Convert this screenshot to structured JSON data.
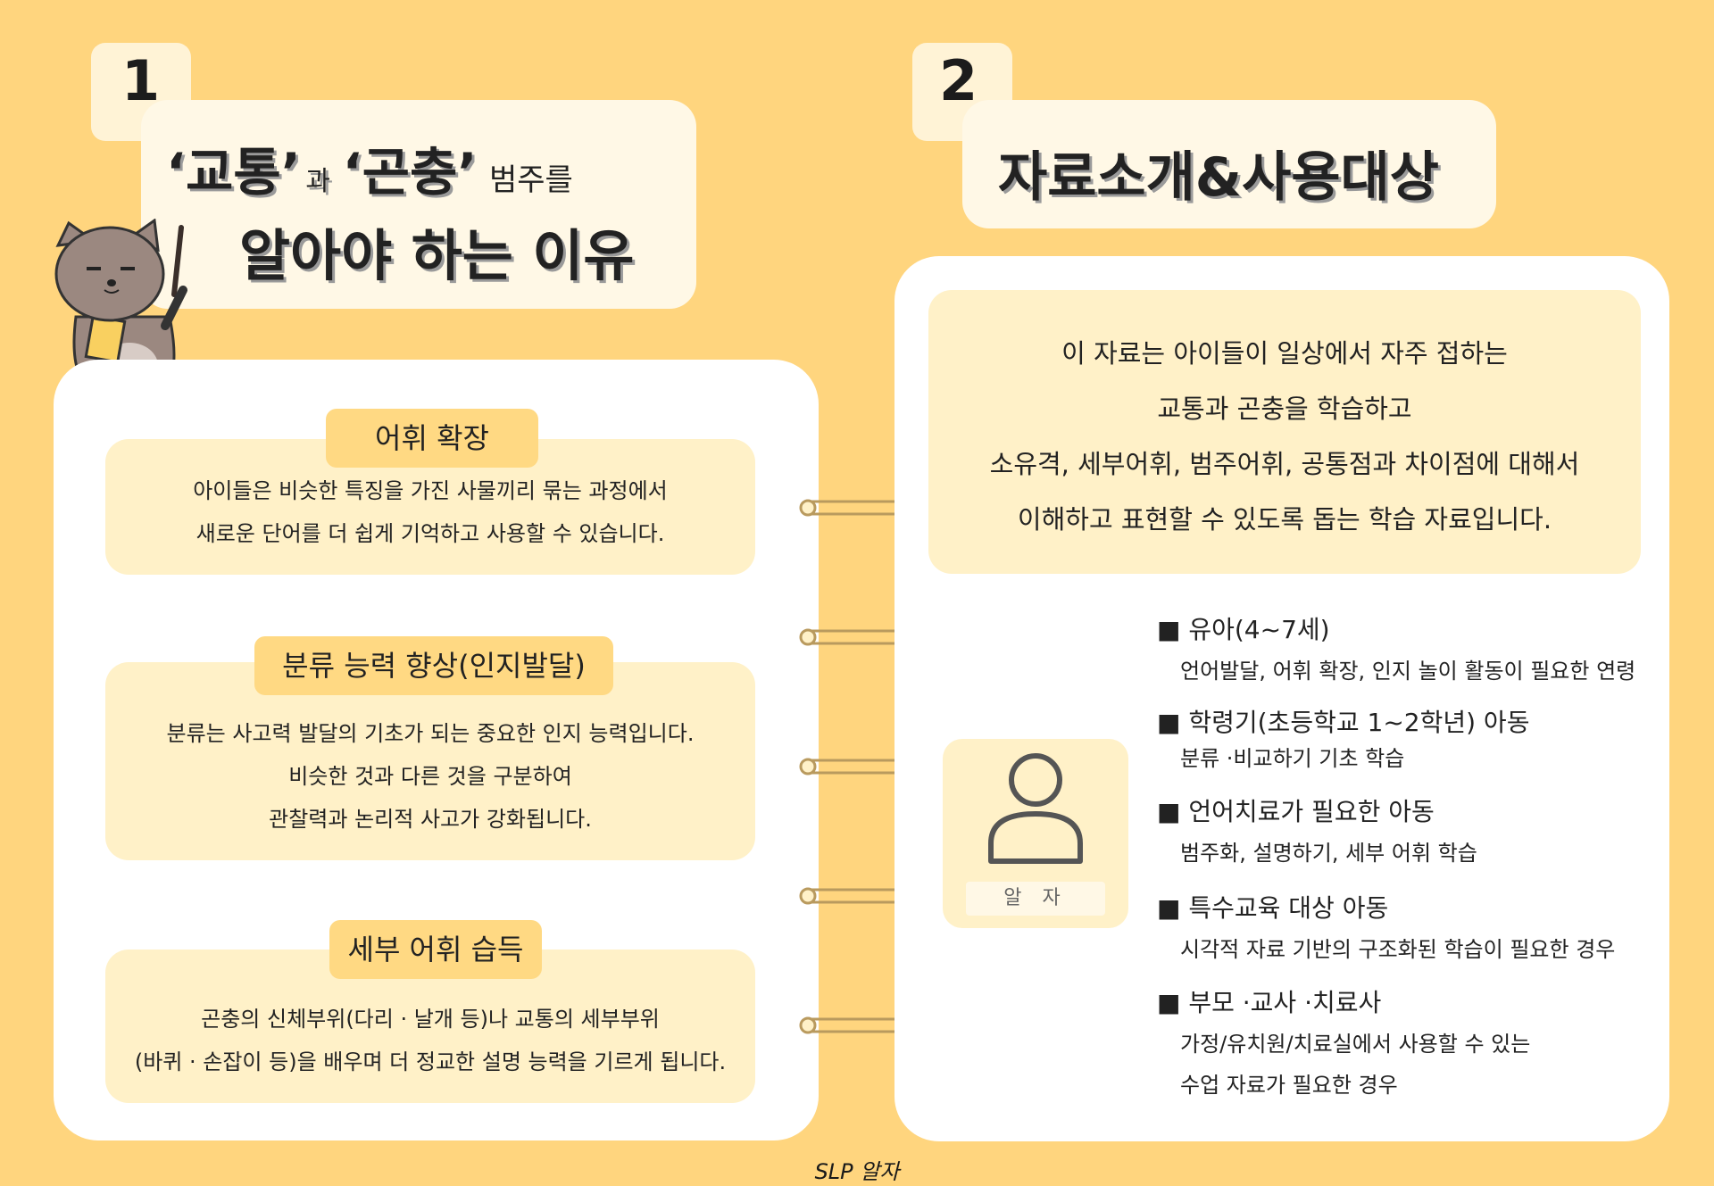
{
  "section1": {
    "number": "1",
    "title_part1": "‘교통’",
    "title_part2": "과",
    "title_part3": "‘곤충’",
    "title_part4": "범주를",
    "title_line2": "알아야 하는 이유",
    "cards": [
      {
        "heading": "어휘 확장",
        "lines": [
          "아이들은 비슷한 특징을 가진 사물끼리 묶는 과정에서",
          "새로운 단어를 더 쉽게 기억하고 사용할 수 있습니다."
        ]
      },
      {
        "heading": "분류 능력 향상(인지발달)",
        "lines": [
          "분류는 사고력 발달의 기초가 되는 중요한 인지 능력입니다.",
          "비슷한 것과 다른 것을 구분하여",
          "관찰력과 논리적 사고가 강화됩니다."
        ]
      },
      {
        "heading": "세부 어휘 습득",
        "lines": [
          "곤충의 신체부위(다리 · 날개 등)나 교통의 세부부위",
          "(바퀴 · 손잡이 등)을 배우며 더 정교한 설명 능력을 기르게 됩니다."
        ]
      }
    ]
  },
  "section2": {
    "number": "2",
    "title": "자료소개&사용대상",
    "intro_lines": [
      "이 자료는 아이들이 일상에서 자주 접하는",
      "교통과 곤충을 학습하고",
      "소유격, 세부어휘, 범주어휘, 공통점과 차이점에 대해서",
      "이해하고 표현할 수 있도록 돕는 학습 자료입니다."
    ],
    "profile_label": "알 자",
    "targets": [
      {
        "title": "■ 유아(4~7세)",
        "desc": [
          "언어발달, 어휘 확장, 인지 놀이 활동이 필요한 연령"
        ]
      },
      {
        "title": "■ 학령기(초등학교 1~2학년) 아동",
        "desc": [
          "분류 ·비교하기 기초 학습"
        ]
      },
      {
        "title": "■ 언어치료가 필요한 아동",
        "desc": [
          "범주화, 설명하기, 세부 어휘 학습"
        ]
      },
      {
        "title": "■ 특수교육 대상 아동",
        "desc": [
          "시각적 자료 기반의 구조화된 학습이 필요한 경우"
        ]
      },
      {
        "title": "■ 부모 ·교사 ·치료사",
        "desc": [
          "가정/유치원/치료실에서 사용할 수 있는",
          "수업 자료가 필요한 경우"
        ]
      }
    ]
  },
  "footer": {
    "credit": "SLP 알자"
  },
  "colors": {
    "background": "#FFD57E",
    "card": "#FFF1C8",
    "pill": "#FFD983",
    "panel": "#FFFFFF"
  }
}
